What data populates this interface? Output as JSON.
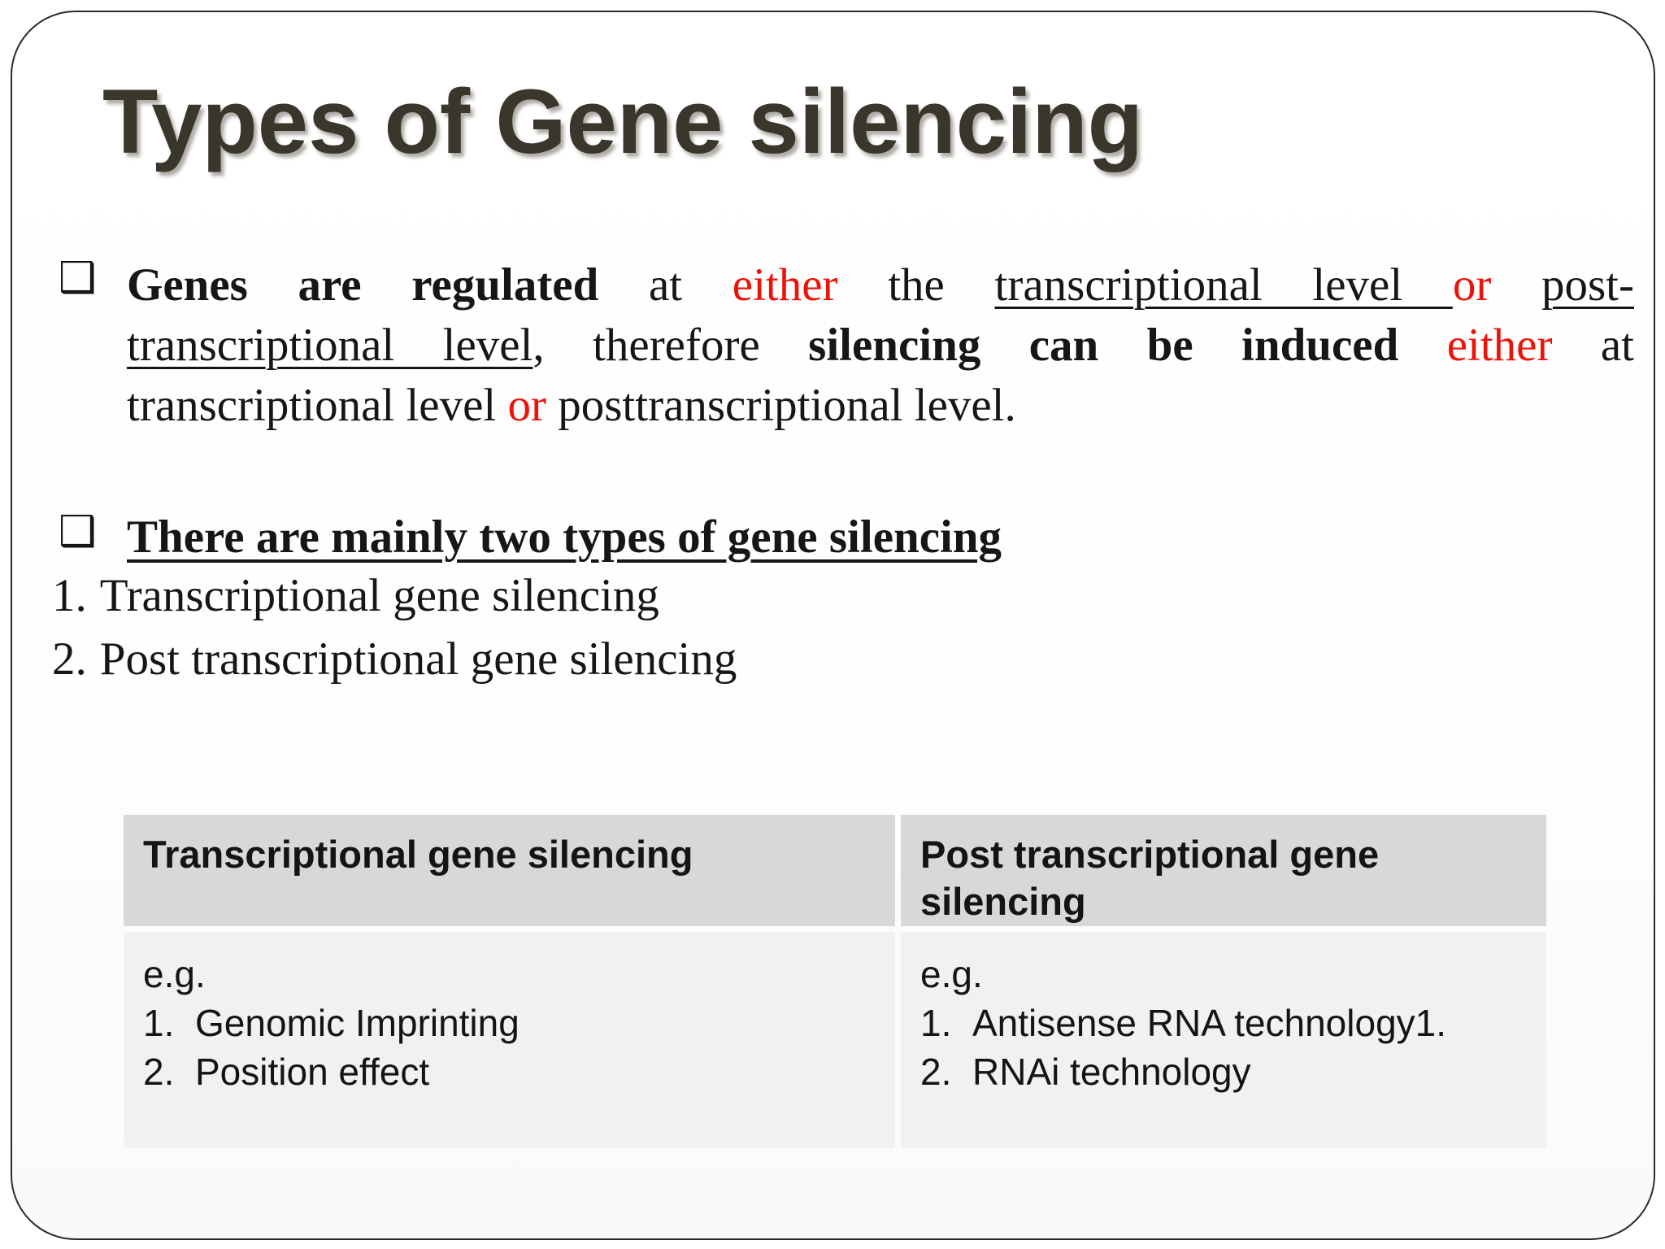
{
  "slide": {
    "title": "Types of Gene silencing",
    "bullet_char": "❑"
  },
  "intro": {
    "lines": [
      {
        "segments": [
          {
            "t": "Genes are regulated",
            "c": "b"
          },
          {
            "t": " at ",
            "c": "n"
          },
          {
            "t": "either",
            "c": "r"
          },
          {
            "t": " the ",
            "c": "n"
          },
          {
            "t": "transcriptional level ",
            "c": "u"
          },
          {
            "t": "or",
            "c": "r"
          },
          {
            "t": " ",
            "c": "n"
          },
          {
            "t": "post-",
            "c": "u"
          }
        ]
      },
      {
        "segments": [
          {
            "t": "transcriptional level",
            "c": "u"
          },
          {
            "t": ", therefore ",
            "c": "n"
          },
          {
            "t": "silencing can be induced",
            "c": "b"
          },
          {
            "t": " ",
            "c": "n"
          },
          {
            "t": "either",
            "c": "r"
          },
          {
            "t": " at",
            "c": "n"
          }
        ]
      },
      {
        "segments": [
          {
            "t": "transcriptional level ",
            "c": "n"
          },
          {
            "t": "or",
            "c": "r"
          },
          {
            "t": " posttranscriptional level.",
            "c": "n"
          }
        ]
      }
    ]
  },
  "types_heading": "There are mainly two types of gene silencing",
  "types_list": [
    {
      "num": "1.",
      "text": "Transcriptional gene silencing"
    },
    {
      "num": "2.",
      "text": "Post transcriptional gene silencing"
    }
  ],
  "table": {
    "headers": [
      "Transcriptional gene silencing",
      "Post transcriptional gene silencing"
    ],
    "left": {
      "lines": [
        {
          "num": "",
          "text": "e.g."
        },
        {
          "num": "1.",
          "text": "Genomic Imprinting"
        },
        {
          "num": "2.",
          "text": "Position effect"
        }
      ]
    },
    "right": {
      "lines": [
        {
          "num": "",
          "text": "e.g."
        },
        {
          "num": "1.",
          "text": "Antisense RNA technology1."
        },
        {
          "num": "2.",
          "text": "RNAi technology"
        }
      ]
    }
  },
  "colors": {
    "accent_red": "#ee1309",
    "title_text": "#3a362b",
    "table_header_bg": "#d8d8d8",
    "table_body_bg": "#f2f1f1",
    "body_text": "#161616",
    "frame_border": "#2b2b2b"
  }
}
